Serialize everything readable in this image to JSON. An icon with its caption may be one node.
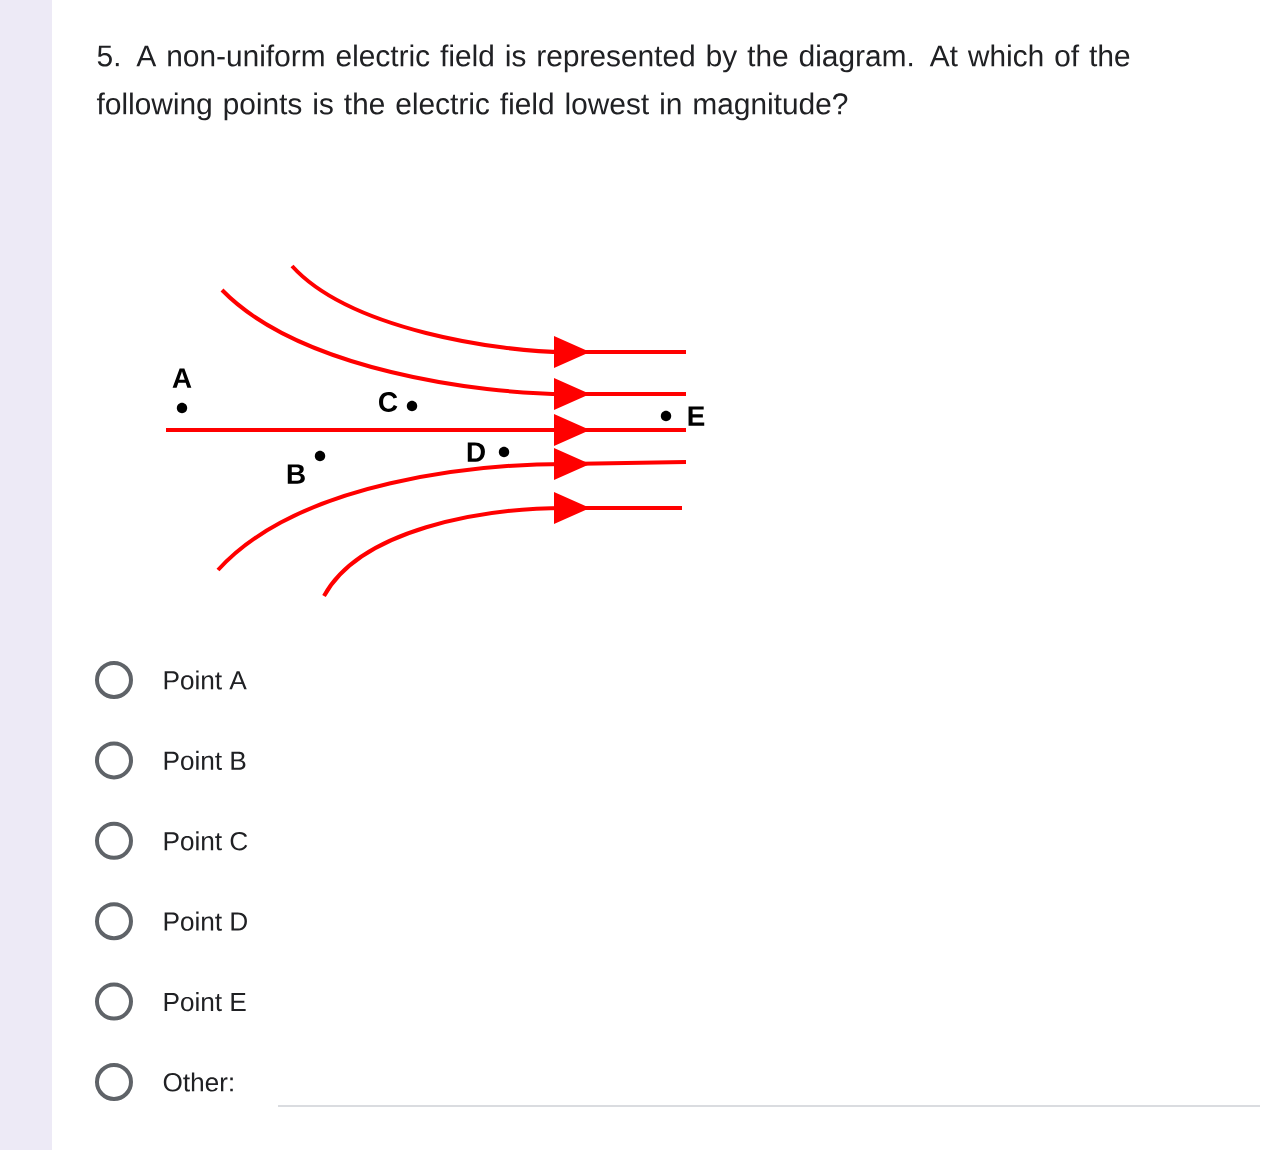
{
  "diagram": {
    "title": "5. A non-uniform electric field is represented by the diagram. At which of the following points is the electric field lowest in magnitude?",
    "labels": [
      "A",
      "B",
      "C",
      "D",
      "E",
      "Point A",
      "Point B",
      "Point C",
      "Point D",
      "Point E",
      "Other:"
    ]
  }
}
